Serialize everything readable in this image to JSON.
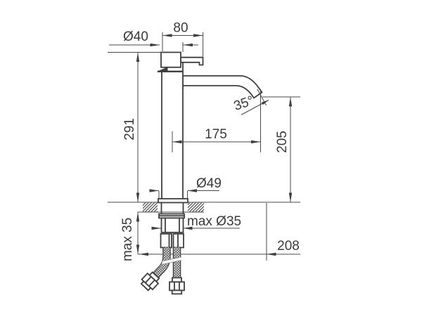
{
  "diagram": {
    "type": "faucet technical dimension drawing",
    "labels": {
      "spout_width": "80",
      "body_diameter": "Ø40",
      "body_height": "291",
      "spout_reach": "175",
      "spout_height": "205",
      "spout_angle": "35°",
      "base_diameter": "Ø49",
      "mount_hole": "max Ø35",
      "deck_thickness": "max 35",
      "hose_reach": "208"
    },
    "colors": {
      "line": "#3f3f3f",
      "text": "#3a3a3a",
      "background": "#ffffff"
    }
  }
}
